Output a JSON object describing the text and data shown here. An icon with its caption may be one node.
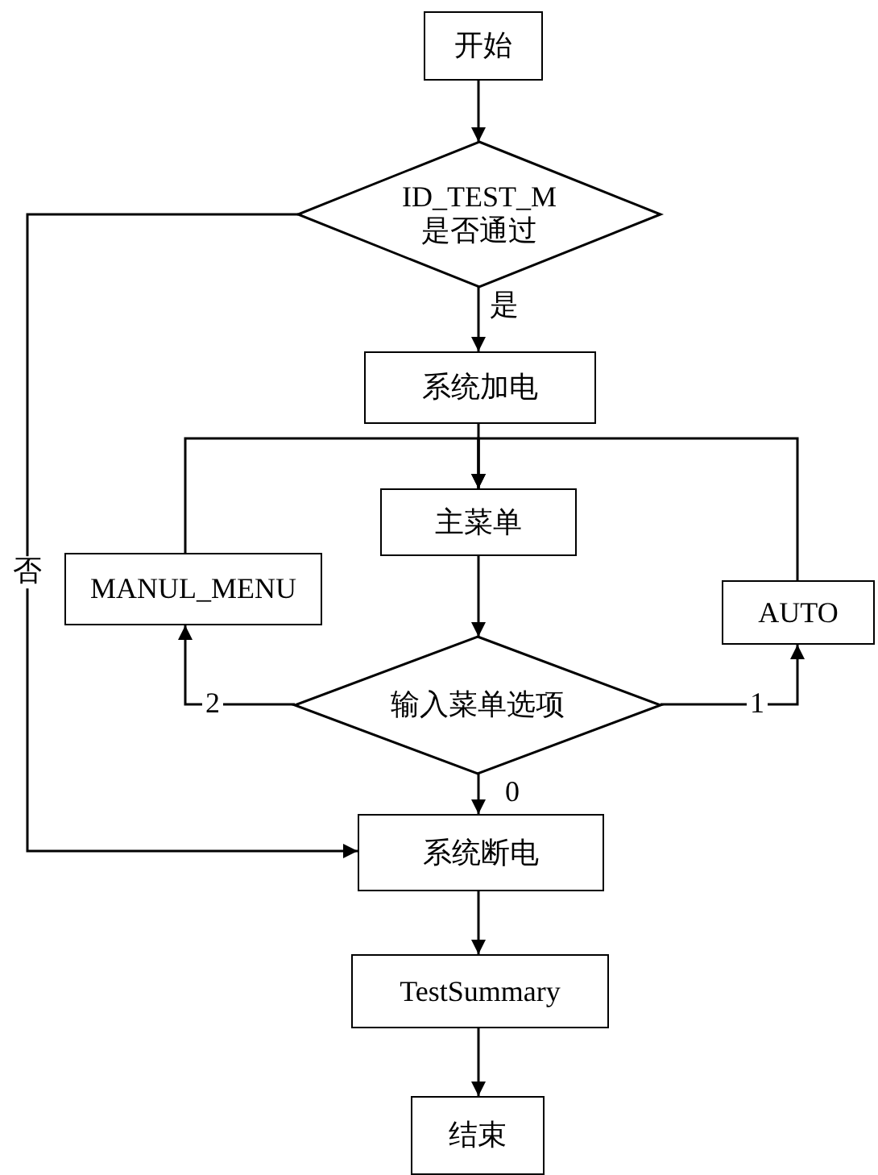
{
  "diagram": {
    "nodes": [
      {
        "text": [
          "开始"
        ]
      },
      {
        "text": [
          "ID_TEST_M 是否通过"
        ]
      },
      {
        "text": [
          "系统加电"
        ]
      },
      {
        "text": [
          "主菜单"
        ]
      },
      {
        "text": [
          "MANUL_MENU"
        ]
      },
      {
        "text": [
          "AUTO"
        ]
      },
      {
        "text": [
          "输入菜单选项"
        ]
      },
      {
        "text": [
          "系统断电"
        ]
      },
      {
        "text": [
          "TestSummary"
        ]
      },
      {
        "text": [
          "结束"
        ]
      }
    ],
    "edges": [
      {
        "from": 0,
        "to": 1,
        "arrow": "to"
      },
      {
        "from": 1,
        "to": 7,
        "arrow": "to",
        "label": "否"
      },
      {
        "from": 1,
        "to": 2,
        "arrow": "to",
        "label": "是"
      },
      {
        "from": 2,
        "to": 3,
        "arrow": "to"
      },
      {
        "from": 4,
        "to": 3,
        "arrow": "to"
      },
      {
        "from": 5,
        "to": 3,
        "arrow": "to"
      },
      {
        "from": 3,
        "to": 6,
        "arrow": "to"
      },
      {
        "from": 6,
        "to": 4,
        "arrow": "to",
        "label": "2"
      },
      {
        "from": 6,
        "to": 5,
        "arrow": "to",
        "label": "1"
      },
      {
        "from": 6,
        "to": 7,
        "arrow": "to",
        "label": "0"
      },
      {
        "from": 7,
        "to": 8,
        "arrow": "to"
      },
      {
        "from": 8,
        "to": 9,
        "arrow": "to"
      }
    ]
  }
}
